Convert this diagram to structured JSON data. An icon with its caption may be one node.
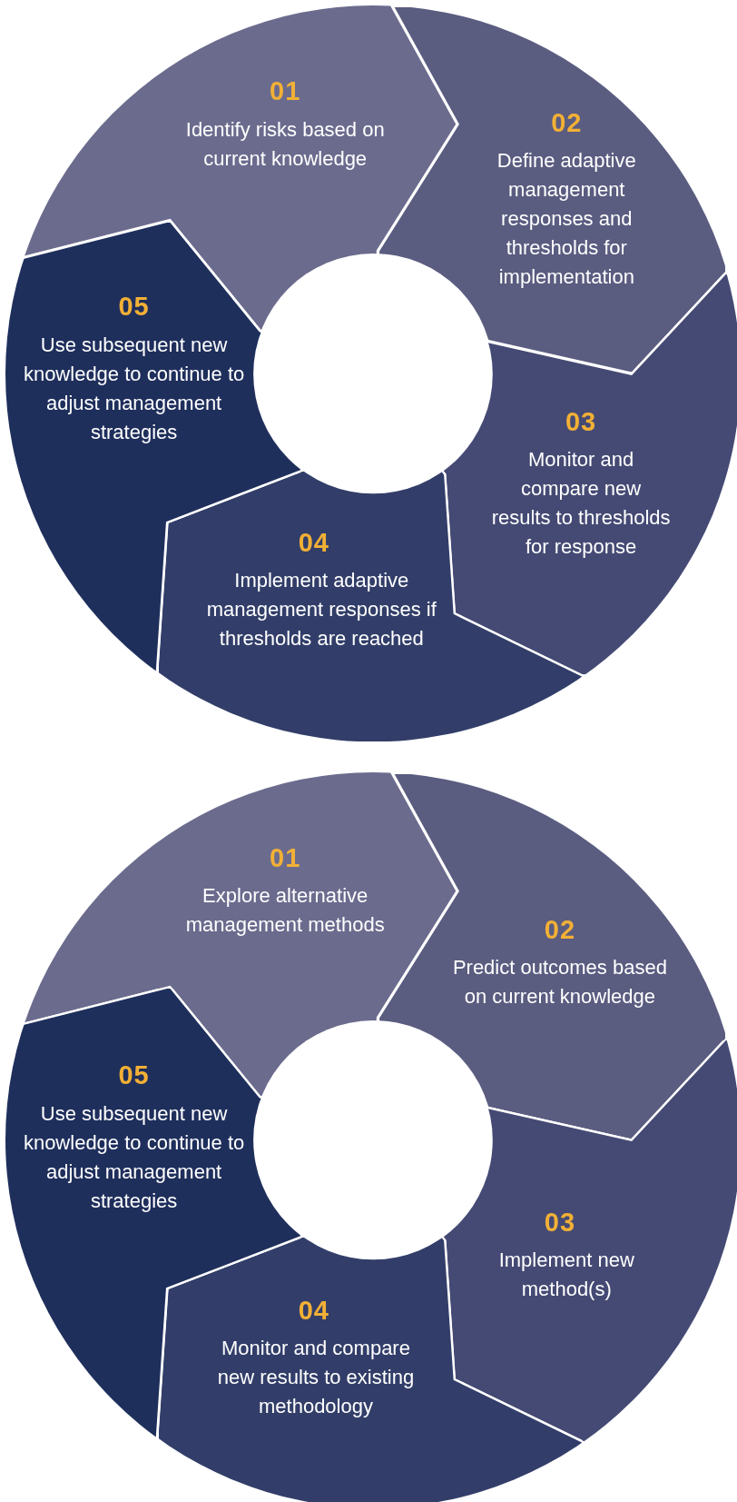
{
  "diagram": {
    "nodes": [
      {
        "text": [
          "01",
          "Identify risks based on current knowledge"
        ]
      },
      {
        "text": [
          "02",
          "Define adaptive management responses and thresholds for implementation"
        ]
      },
      {
        "text": [
          "03",
          "Monitor and compare new results to thresholds for response"
        ]
      },
      {
        "text": [
          "04",
          "Implement adaptive management responses if thresholds are reached"
        ]
      },
      {
        "text": [
          "05",
          "Use subsequent new knowledge to continue to adjust management strategies"
        ]
      },
      {
        "text": [
          "01",
          "Explore alternative management methods"
        ]
      },
      {
        "text": [
          "02",
          "Predict outcomes based on current knowledge"
        ]
      },
      {
        "text": [
          "03",
          "Implement new method(s)"
        ]
      },
      {
        "text": [
          "04",
          "Monitor and compare new results to existing methodology"
        ]
      },
      {
        "text": [
          "05",
          "Use subsequent new knowledge to continue to adjust management strategies"
        ]
      }
    ]
  }
}
